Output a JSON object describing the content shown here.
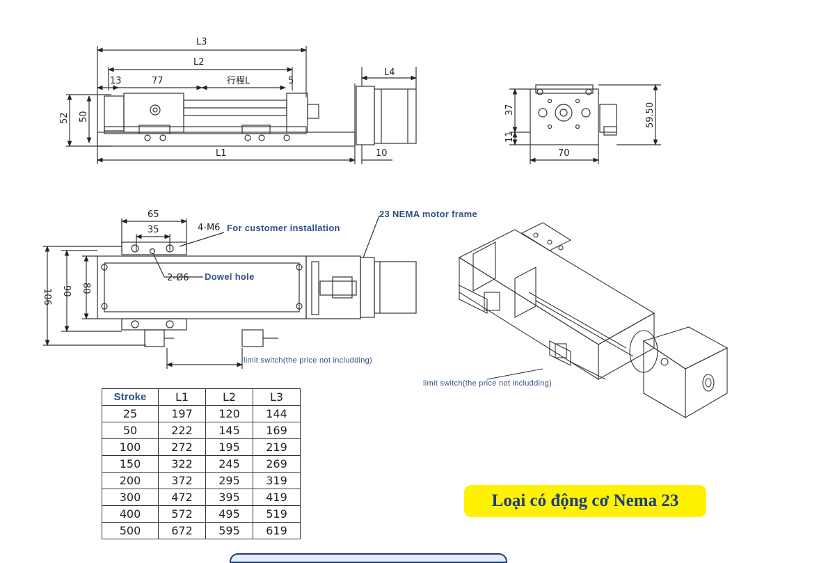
{
  "labels": {
    "l3": "L3",
    "l2": "L2",
    "l1": "L1",
    "l4": "L4",
    "d13": "13",
    "d77": "77",
    "stroke_l": "行程L",
    "d5": "5",
    "d52": "52",
    "d50": "50",
    "d10": "10",
    "d37": "37",
    "d11": "11",
    "d5950": "59.50",
    "d70": "70",
    "d65": "65",
    "d35": "35",
    "d106": "106",
    "d90": "90",
    "d80": "80",
    "m6": "4-M6",
    "dowel_dim": "2-Ø6"
  },
  "notes": {
    "customer_install": "For customer installation",
    "dowel_hole": "Dowel hole",
    "nema_frame": "23 NEMA motor frame",
    "limit_switch": "limit switch(the price not includding)"
  },
  "table": {
    "headers": [
      "Stroke",
      "L1",
      "L2",
      "L3"
    ],
    "rows": [
      [
        "25",
        "197",
        "120",
        "144"
      ],
      [
        "50",
        "222",
        "145",
        "169"
      ],
      [
        "100",
        "272",
        "195",
        "219"
      ],
      [
        "150",
        "322",
        "245",
        "269"
      ],
      [
        "200",
        "372",
        "295",
        "319"
      ],
      [
        "300",
        "472",
        "395",
        "419"
      ],
      [
        "400",
        "572",
        "495",
        "519"
      ],
      [
        "500",
        "672",
        "595",
        "619"
      ]
    ]
  },
  "caption": "Loại có động cơ Nema 23",
  "colors": {
    "note_text": "#2d4f86",
    "caption_bg": "#fef200",
    "caption_text": "#1f3b82"
  }
}
